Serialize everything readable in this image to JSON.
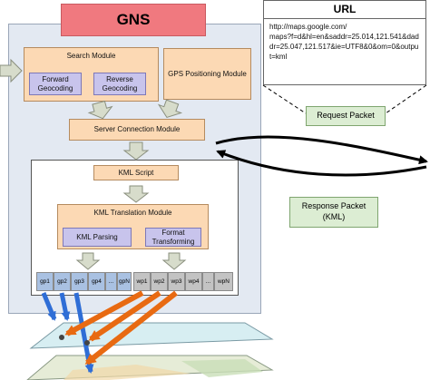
{
  "gns": {
    "title": "GNS",
    "search_module": "Search Module",
    "forward_geocoding": "Forward\nGeocoding",
    "reverse_geocoding": "Reverse\nGeocoding",
    "gps_module": "GPS Positioning Module",
    "server_module": "Server Connection Module",
    "kml_script": "KML Script",
    "kml_translation": "KML Translation Module",
    "kml_parsing": "KML Parsing",
    "format_transforming": "Format\nTransforming",
    "gp_cells": [
      "gp1",
      "gp2",
      "gp3",
      "gp4",
      "...",
      "gpN"
    ],
    "wp_cells": [
      "wp1",
      "wp2",
      "wp3",
      "wp4",
      "...",
      "wpN"
    ]
  },
  "url_panel": {
    "title": "URL",
    "text": "http://maps.google.com/\nmaps?f=d&hl=en&saddr=25.014,121.541&daddr=25.047,121.517&ie=UTF8&0&om=0&output=kml"
  },
  "request_packet": "Request Packet",
  "response_packet": "Response Packet\n(KML)",
  "colors": {
    "title_red": "#f0797f",
    "module_peach": "#fcd9b4",
    "submodule_lilac": "#c8c4ec",
    "gp_blue": "#a9c1e2",
    "wp_gray": "#c3c3c3",
    "packet_green": "#dcedd3",
    "gp_arrow": "#2f6ed6",
    "wp_arrow": "#e86a12"
  }
}
